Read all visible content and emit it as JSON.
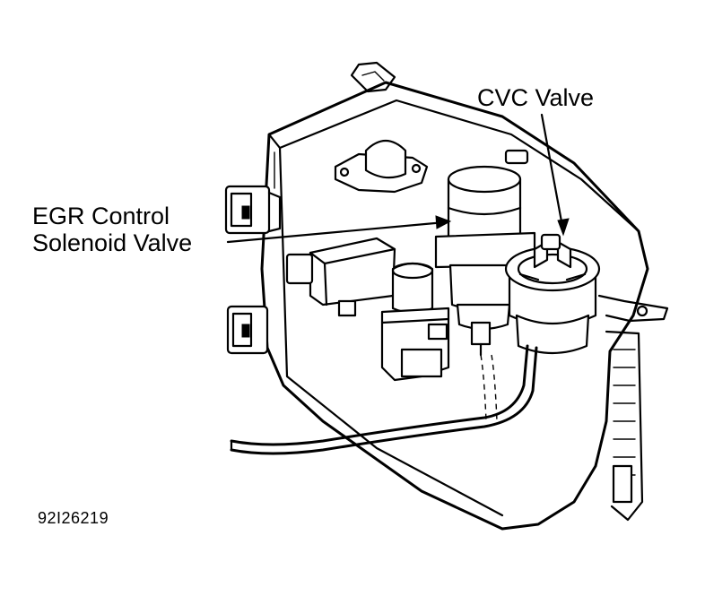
{
  "labels": {
    "cvc_valve": "CVC Valve",
    "egr_line1": "EGR Control",
    "egr_line2": "Solenoid Valve"
  },
  "figure_id": "92I26219"
}
